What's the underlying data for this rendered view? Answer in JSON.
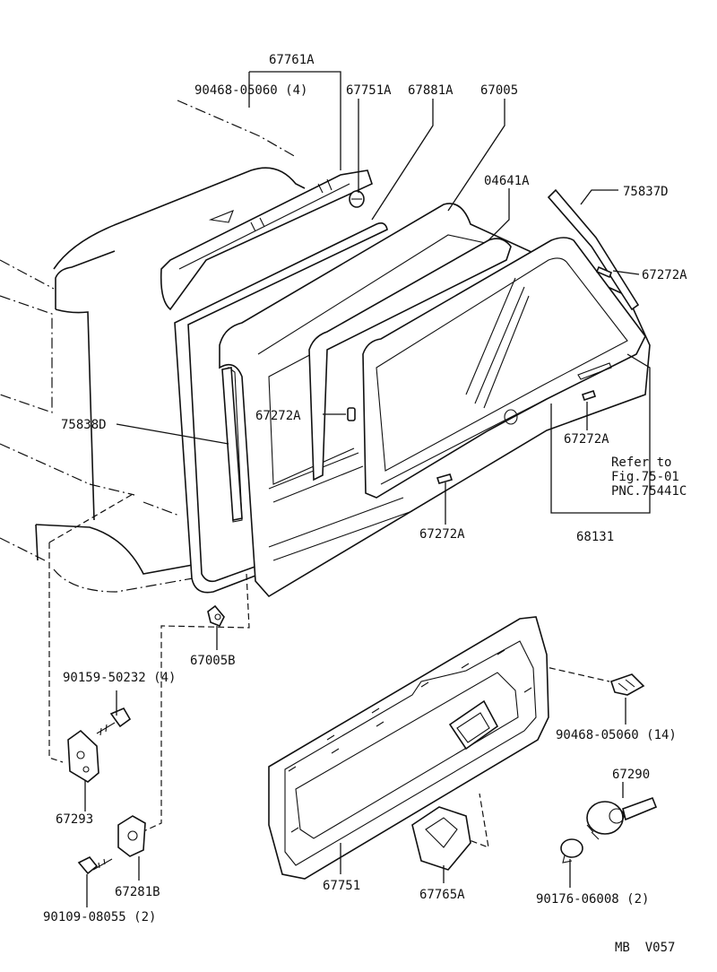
{
  "diagram": {
    "labels": {
      "p67761A": "67761A",
      "p90468_05060_4": "90468-05060 (4)",
      "p67751A": "67751A",
      "p67881A": "67881A",
      "p67005": "67005",
      "p04641A": "04641A",
      "p75837D": "75837D",
      "p67272A_1": "67272A",
      "p67272A_2": "67272A",
      "p67272A_3": "67272A",
      "p67272A_4": "67272A",
      "p75838D": "75838D",
      "refer1": "Refer to",
      "refer2": "Fig.75-01",
      "refer3": "PNC.75441C",
      "p68131": "68131",
      "p67005B": "67005B",
      "p90159_50232": "90159-50232 (4)",
      "p90468_05060_14": "90468-05060 (14)",
      "p67290": "67290",
      "p67293": "67293",
      "p67281B": "67281B",
      "p67751": "67751",
      "p67765A": "67765A",
      "p90109_08055": "90109-08055 (2)",
      "p90176_06008": "90176-06008 (2)",
      "code": "MB  V057"
    }
  }
}
